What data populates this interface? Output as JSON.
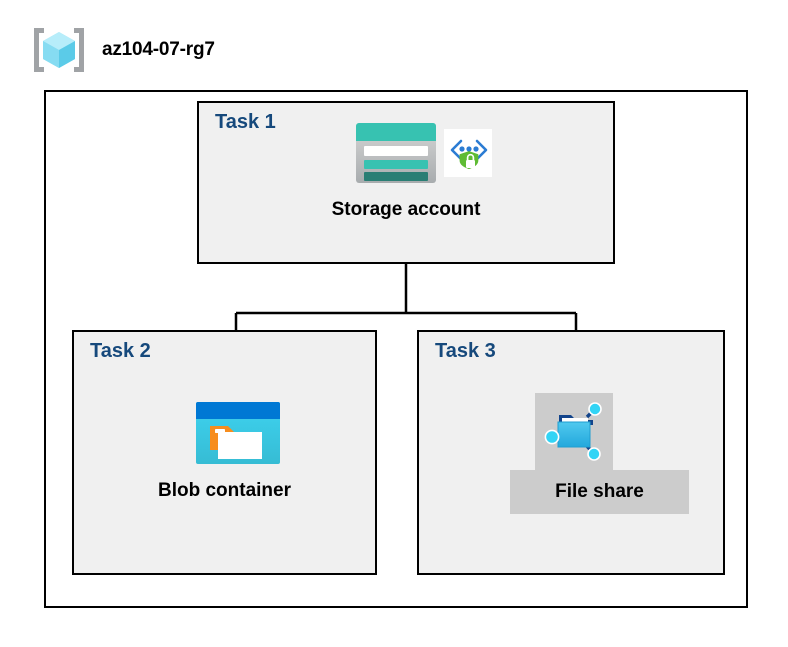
{
  "header": {
    "title": "az104-07-rg7",
    "icon": "resource-group-icon"
  },
  "diagram": {
    "type": "azure-architecture-diagram",
    "boundary_name": "resource-group-boundary",
    "tasks": [
      {
        "id": "task1",
        "label": "Task 1",
        "node_label": "Storage account",
        "icons": [
          "storage-account-icon",
          "private-endpoint-icon"
        ],
        "highlighted": false
      },
      {
        "id": "task2",
        "label": "Task 2",
        "node_label": "Blob container",
        "icons": [
          "blob-container-icon"
        ],
        "highlighted": false
      },
      {
        "id": "task3",
        "label": "Task 3",
        "node_label": "File share",
        "icons": [
          "file-share-icon"
        ],
        "highlighted": true
      }
    ],
    "connections": [
      {
        "from": "Storage account",
        "to": "Blob container"
      },
      {
        "from": "Storage account",
        "to": "File share"
      }
    ]
  },
  "colors": {
    "task_label": "#16497c",
    "task_fill": "#f0f0f0",
    "border": "#000000",
    "highlight": "#cccccc",
    "azure_blue": "#0078d4",
    "cyan": "#32bedd",
    "teal": "#37c2b1",
    "teal_dark": "#2a7e74",
    "green": "#5ebb33",
    "orange": "#f78d1e"
  }
}
